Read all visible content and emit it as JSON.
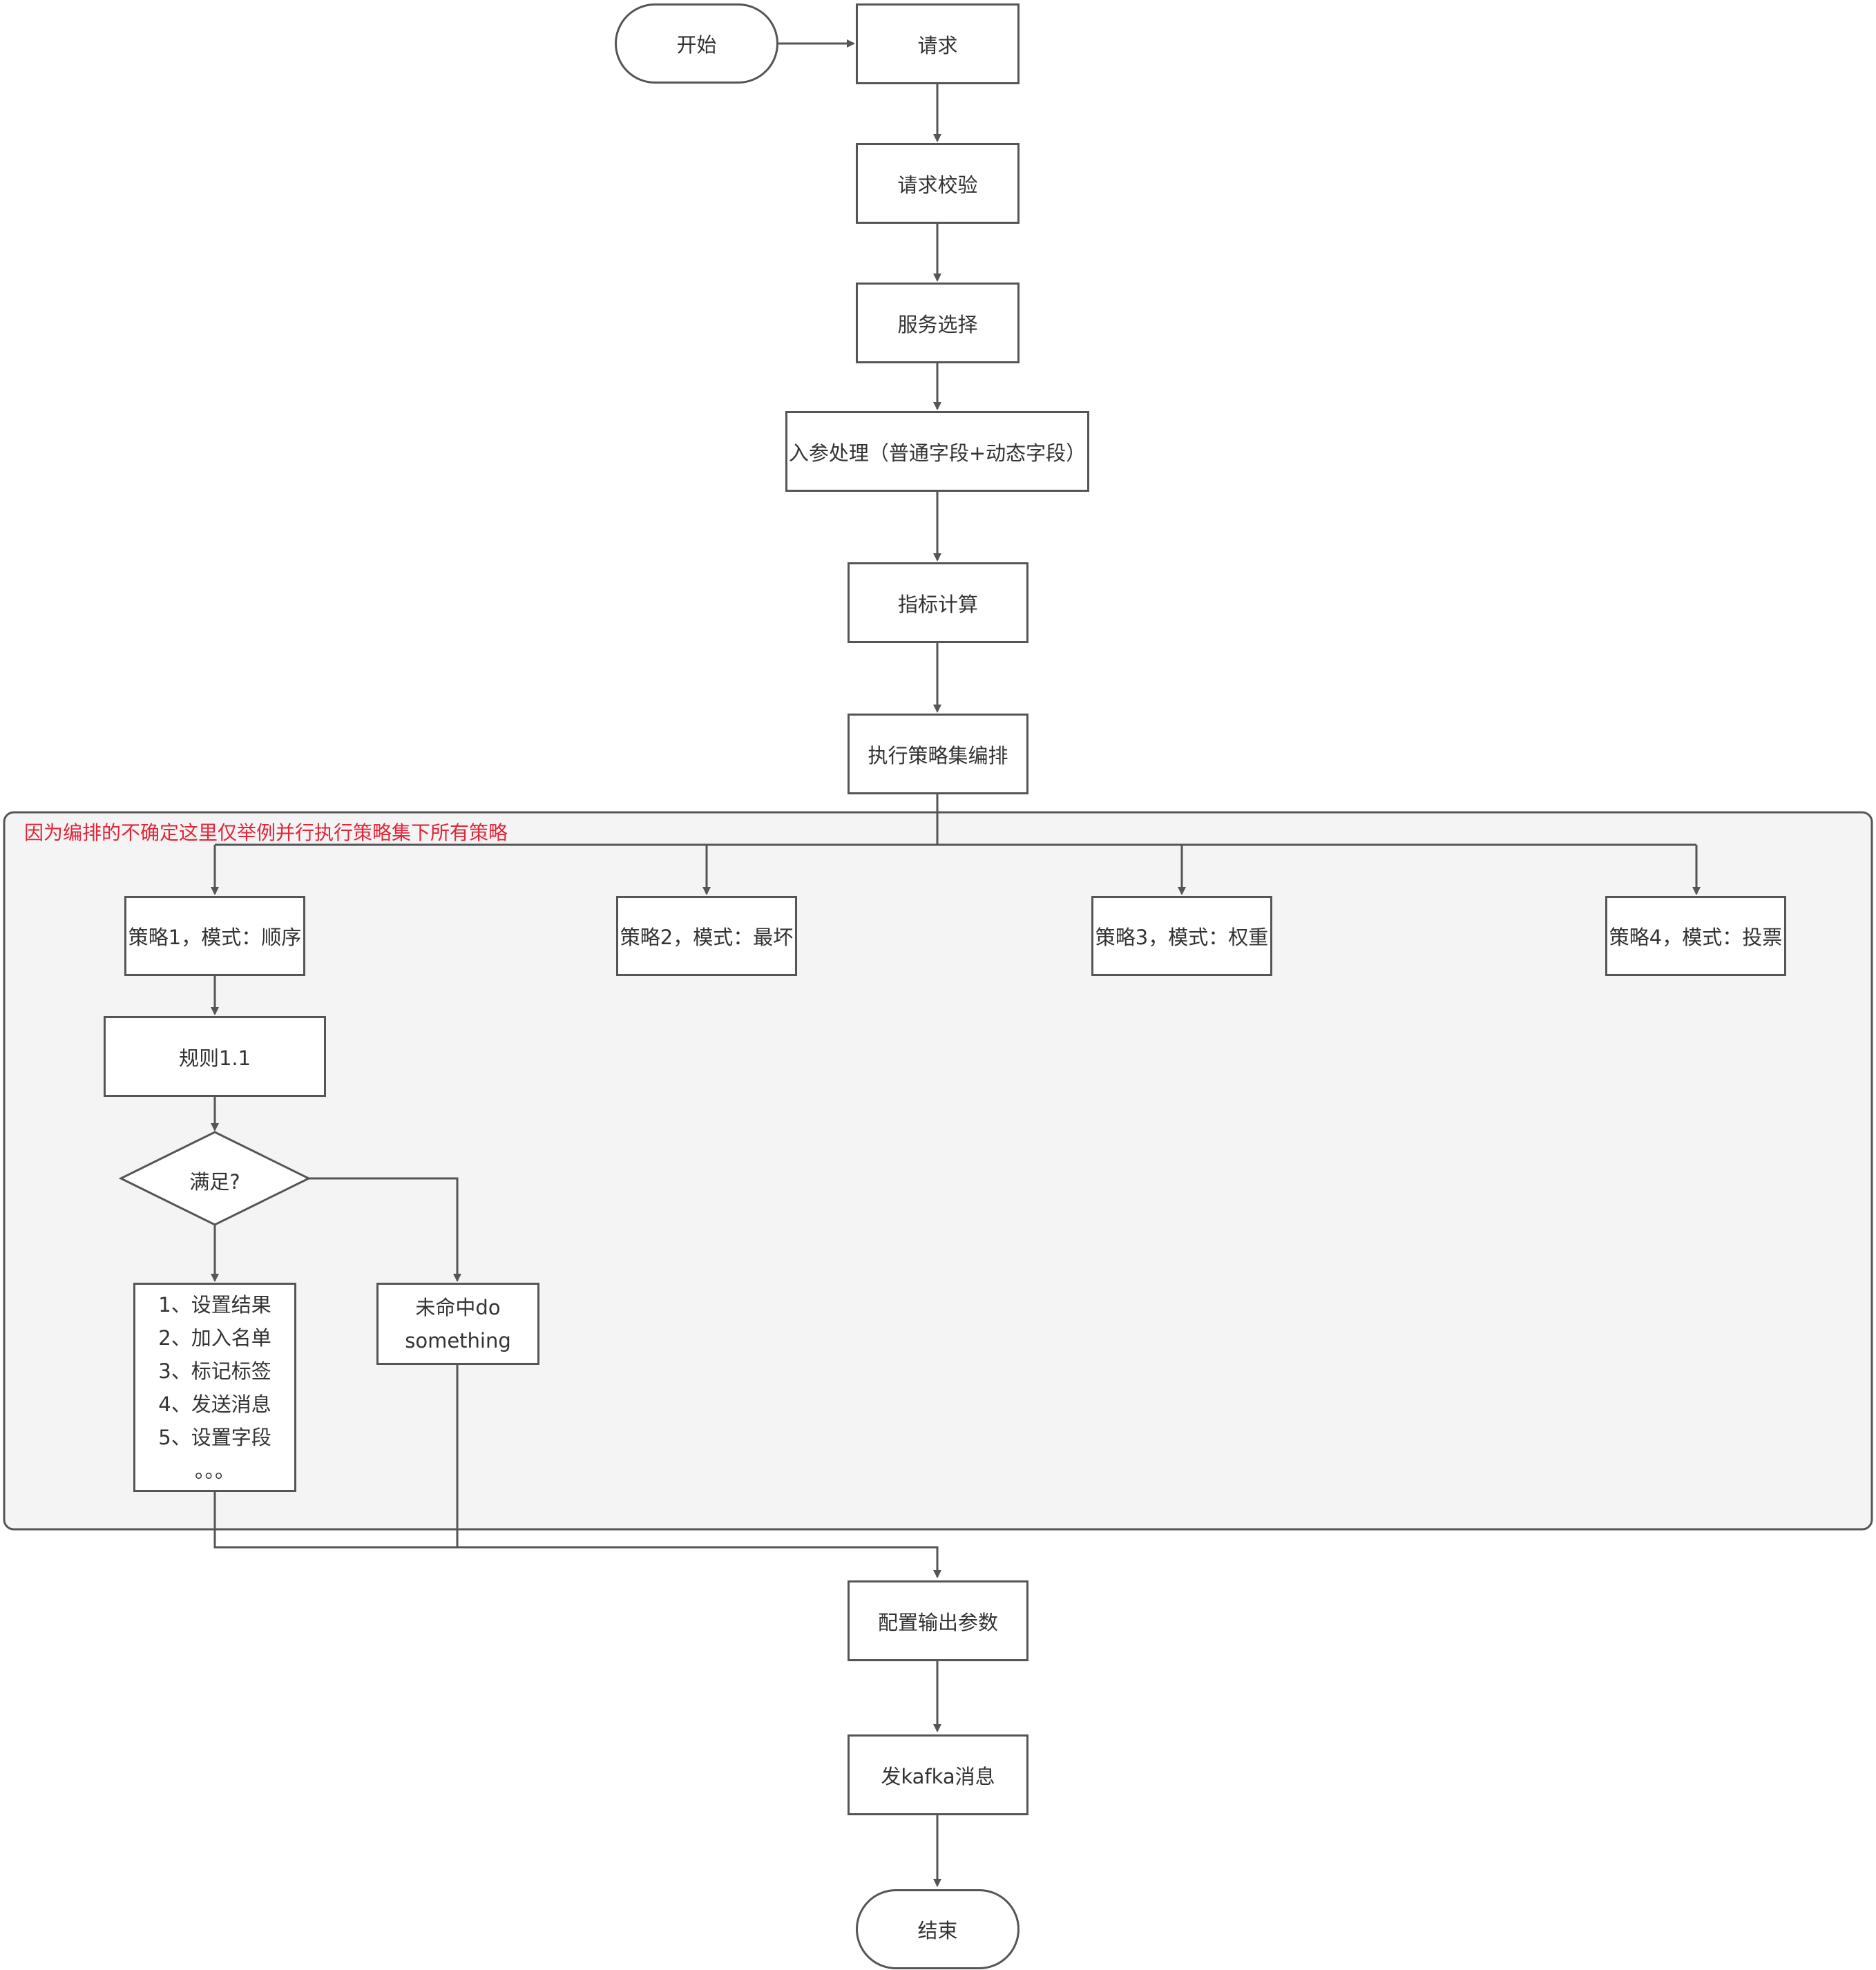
{
  "group_note": "因为编排的不确定这里仅举例并行执行策略集下所有策略",
  "nodes": {
    "start": "开始",
    "request": "请求",
    "validate": "请求校验",
    "service_select": "服务选择",
    "param_process": "入参处理（普通字段+动态字段）",
    "metric_calc": "指标计算",
    "exec_strategy": "执行策略集编排",
    "strategy1": "策略1，模式：顺序",
    "strategy2": "策略2，模式：最坏",
    "strategy3": "策略3，模式：权重",
    "strategy4": "策略4，模式：投票",
    "rule": "规则1.1",
    "decision": "满足?",
    "actions": [
      "1、设置结果",
      "2、加入名单",
      "3、标记标签",
      "4、发送消息",
      "5、设置字段",
      "。。。"
    ],
    "miss": [
      "未命中do",
      "something"
    ],
    "output_params": "配置输出参数",
    "kafka": "发kafka消息",
    "end": "结束"
  },
  "colors": {
    "stroke": "#555555",
    "group_fill": "#f4f4f4",
    "note_text": "#e0263a"
  }
}
